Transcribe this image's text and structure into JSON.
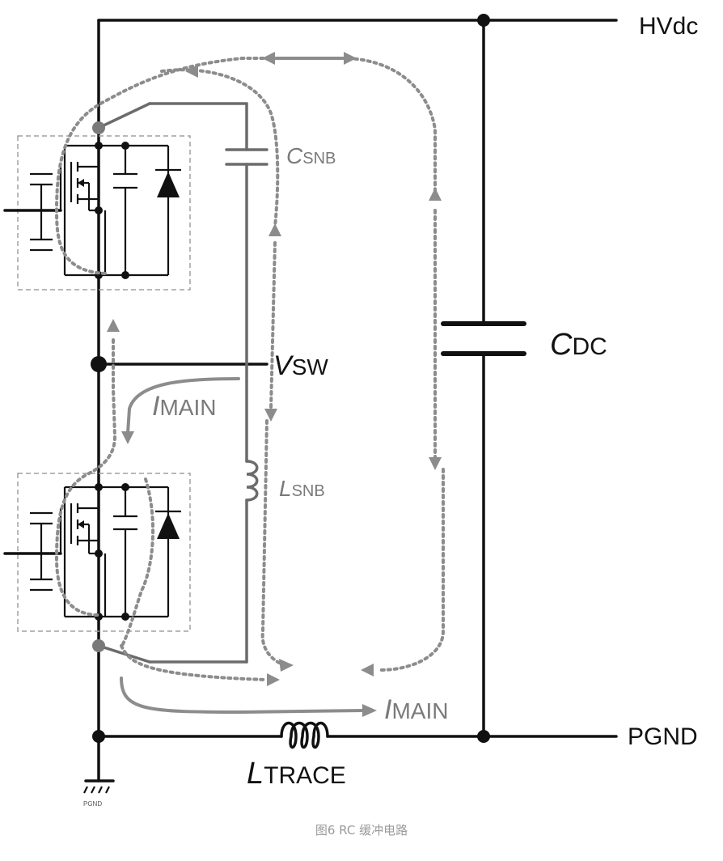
{
  "labels": {
    "hvdc": "HVdc",
    "pgnd": "PGND",
    "pgnd_small": "PGND",
    "vsw": {
      "italic": "V",
      "sub": "SW"
    },
    "csnb": {
      "italic": "C",
      "sub": "SNB"
    },
    "lsnb": {
      "italic": "L",
      "sub": "SNB"
    },
    "cdc": {
      "italic": "C",
      "sub": "DC"
    },
    "ltrace": {
      "italic": "L",
      "sub": "TRACE"
    },
    "imain_top": {
      "italic": "I",
      "sub": "MAIN"
    },
    "imain_bottom": {
      "italic": "I",
      "sub": "MAIN"
    }
  },
  "caption": "图6  RC 缓冲电路",
  "colors": {
    "wire": "#111111",
    "loop": "#8c8c8c",
    "label_gray": "#7a7a7a",
    "box": "#a0a0a0"
  }
}
